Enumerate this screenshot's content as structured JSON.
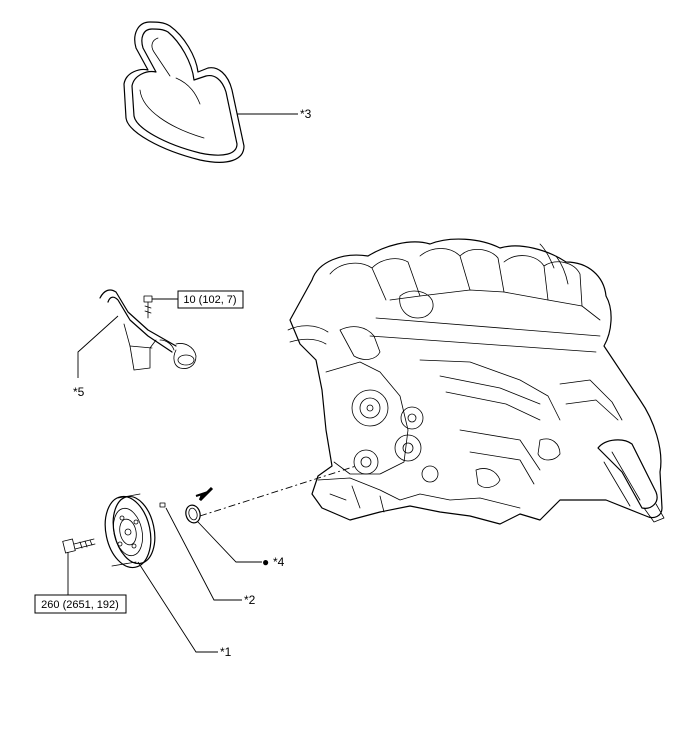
{
  "callouts": {
    "c1": "*1",
    "c2": "*2",
    "c3": "*3",
    "c4": "*4",
    "c5": "*5"
  },
  "torque": {
    "bracket_bolt": "10 (102, 7)",
    "pulley_bolt": "260 (2651, 192)"
  },
  "symbols": {
    "dot": "●"
  }
}
